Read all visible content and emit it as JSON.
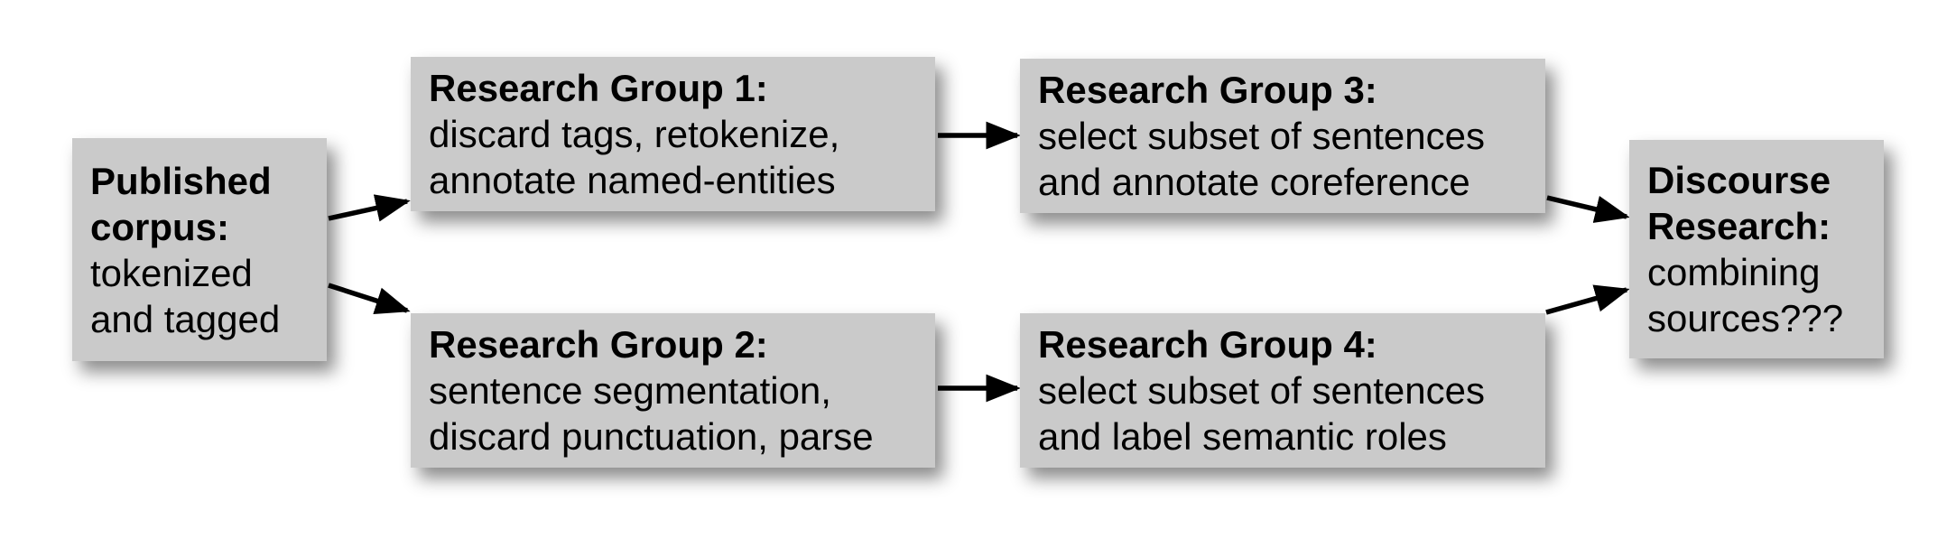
{
  "diagram": {
    "colors": {
      "background": "#ffffff",
      "box_fill": "#cacaca",
      "text": "#000000",
      "arrow": "#000000"
    },
    "nodes": [
      {
        "id": "published-corpus",
        "title_lines": [
          "Published",
          "corpus:"
        ],
        "body_lines": [
          "tokenized",
          "and tagged"
        ]
      },
      {
        "id": "research-group-1",
        "title_lines": [
          "Research Group 1:"
        ],
        "body_lines": [
          "discard tags, retokenize,",
          "annotate named-entities"
        ]
      },
      {
        "id": "research-group-2",
        "title_lines": [
          "Research Group 2:"
        ],
        "body_lines": [
          "sentence segmentation,",
          "discard punctuation, parse"
        ]
      },
      {
        "id": "research-group-3",
        "title_lines": [
          "Research Group 3:"
        ],
        "body_lines": [
          "select subset of sentences",
          "and annotate coreference"
        ]
      },
      {
        "id": "research-group-4",
        "title_lines": [
          "Research Group 4:"
        ],
        "body_lines": [
          "select subset of sentences",
          "and label semantic roles"
        ]
      },
      {
        "id": "discourse-research",
        "title_lines": [
          "Discourse",
          "Research:"
        ],
        "body_lines": [
          "combining",
          "sources???"
        ]
      }
    ],
    "edges": [
      {
        "from": "published-corpus",
        "to": "research-group-1"
      },
      {
        "from": "published-corpus",
        "to": "research-group-2"
      },
      {
        "from": "research-group-1",
        "to": "research-group-3"
      },
      {
        "from": "research-group-2",
        "to": "research-group-4"
      },
      {
        "from": "research-group-3",
        "to": "discourse-research"
      },
      {
        "from": "research-group-4",
        "to": "discourse-research"
      }
    ]
  }
}
